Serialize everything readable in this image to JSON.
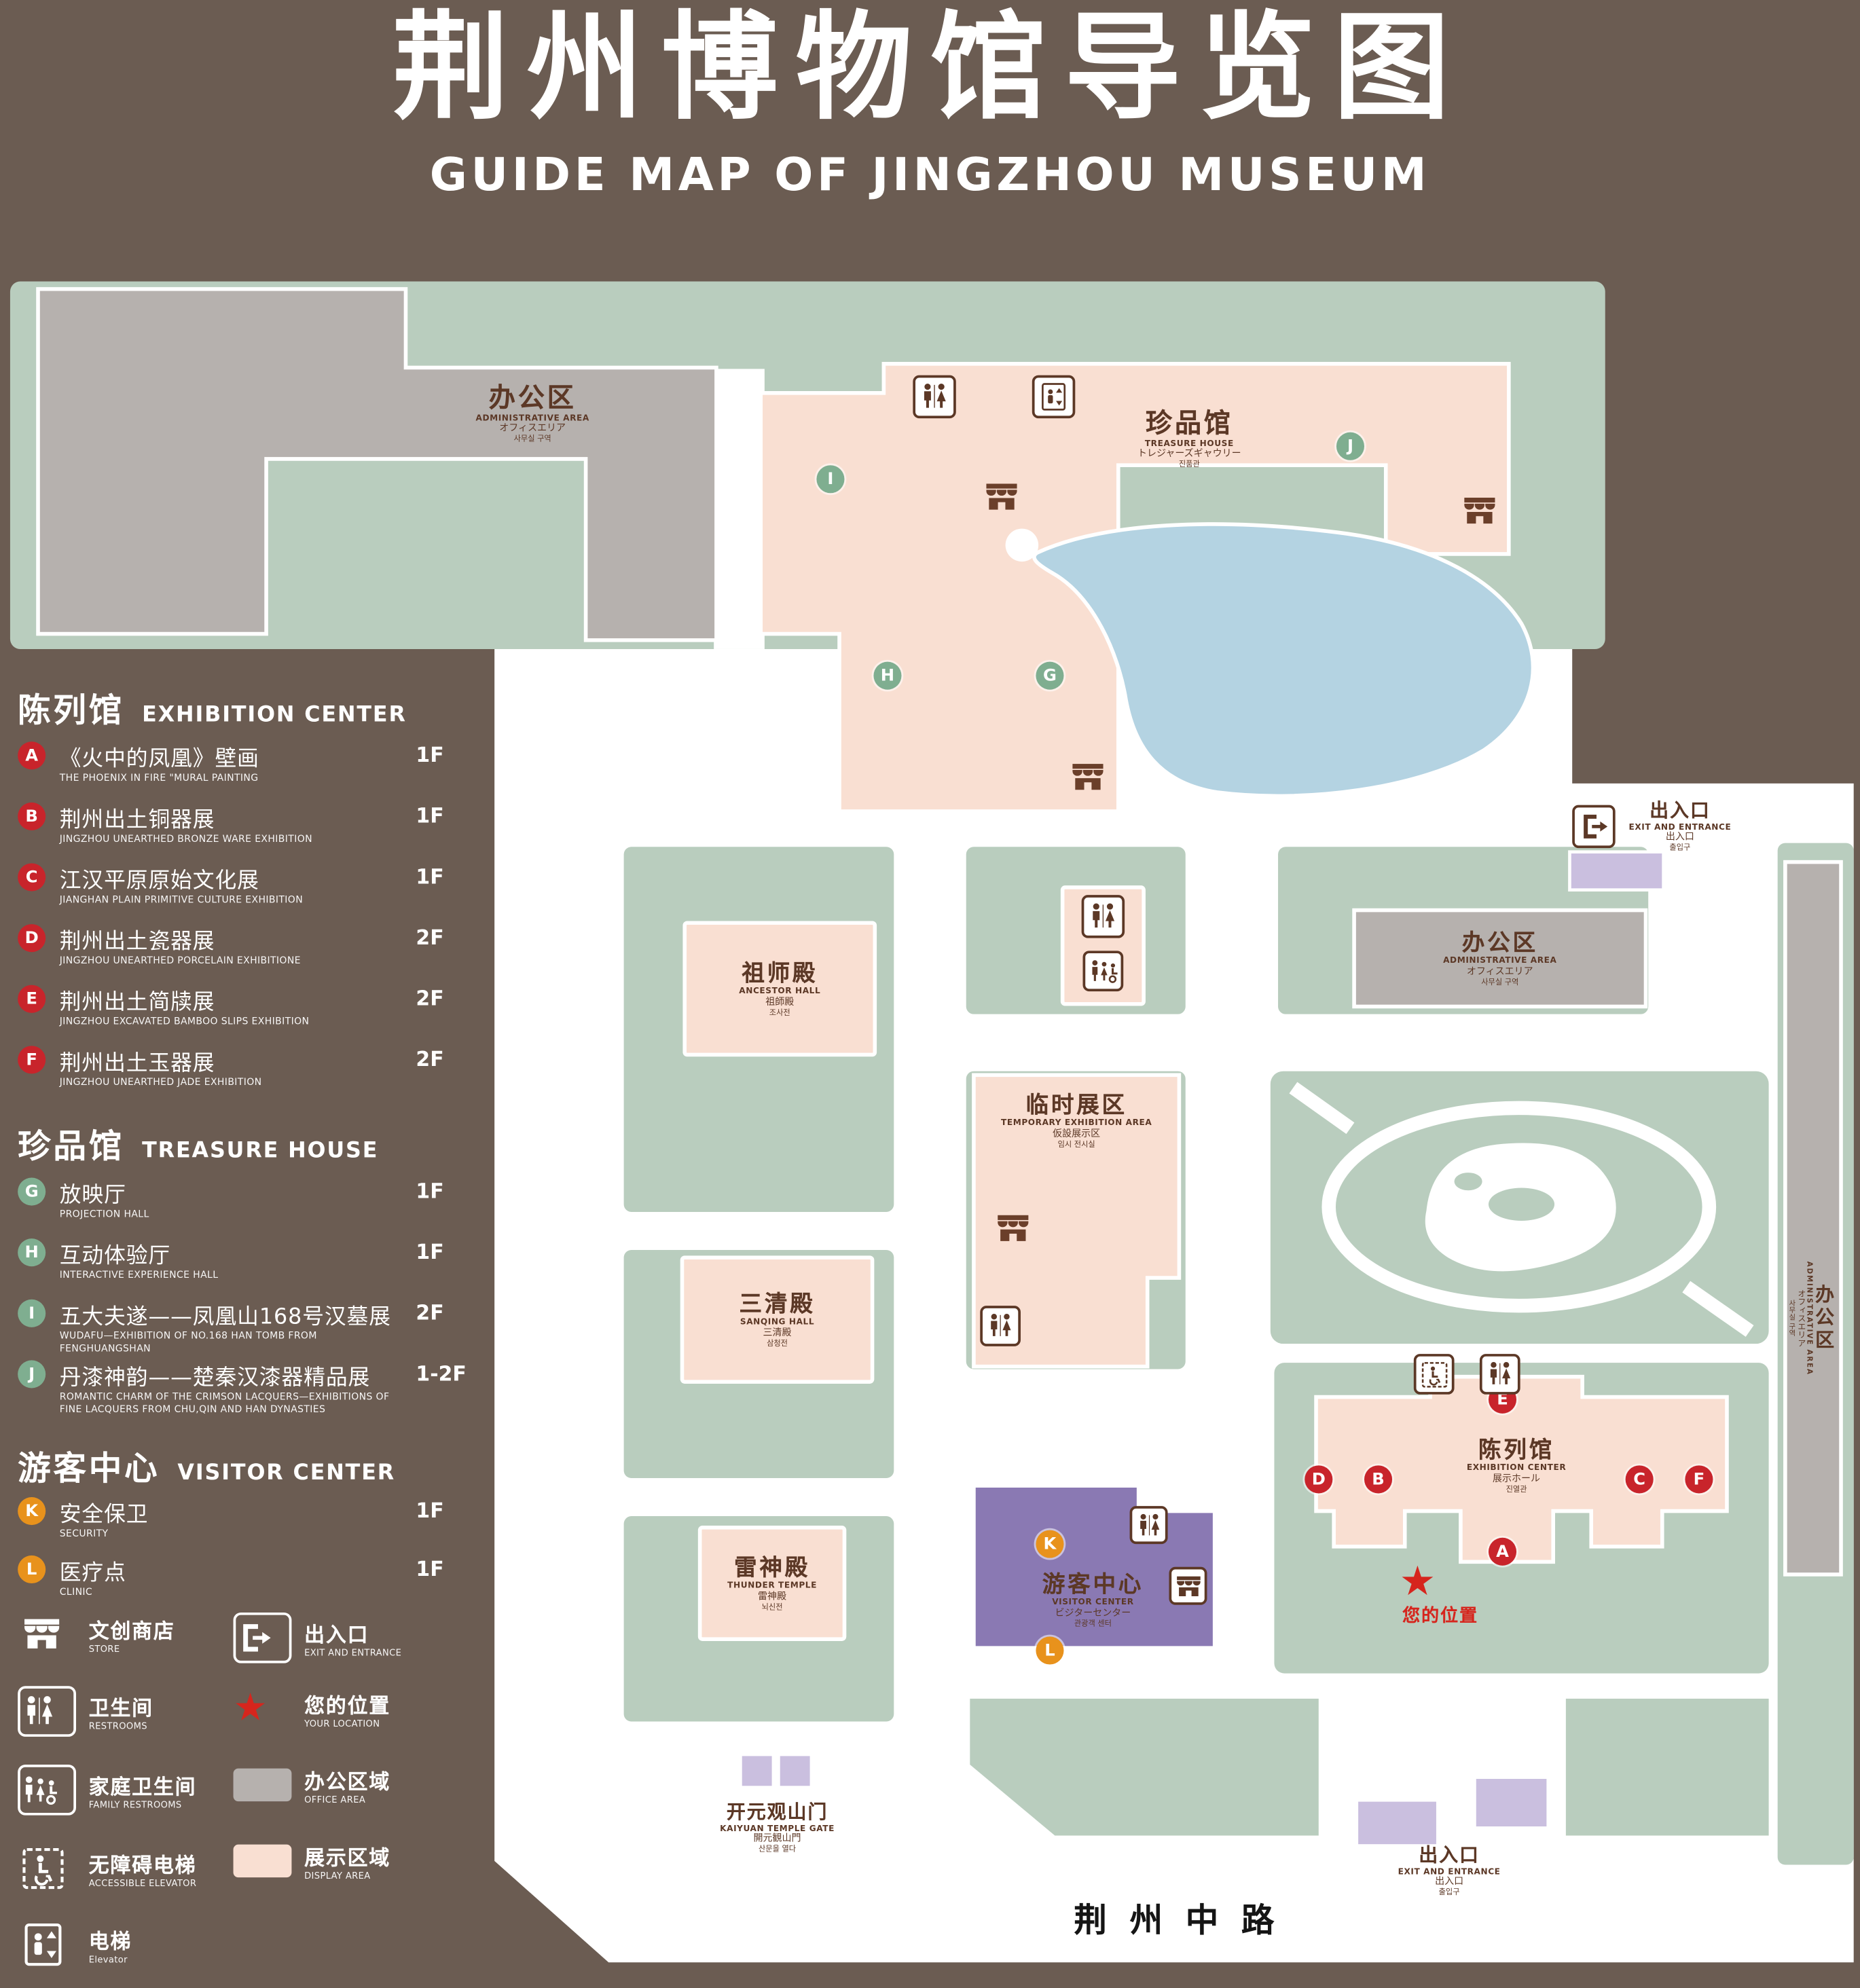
{
  "header": {
    "title_zh": "荆州博物馆导览图",
    "title_en": "GUIDE MAP OF JINGZHOU MUSEUM"
  },
  "legend": {
    "sections": [
      {
        "title_zh": "陈列馆",
        "title_en": "EXHIBITION CENTER",
        "items": [
          {
            "letter": "A",
            "zh": "《火中的凤凰》壁画",
            "en": "THE PHOENIX IN FIRE \"MURAL PAINTING",
            "floor": "1F"
          },
          {
            "letter": "B",
            "zh": "荆州出土铜器展",
            "en": "JINGZHOU UNEARTHED BRONZE WARE EXHIBITION",
            "floor": "1F"
          },
          {
            "letter": "C",
            "zh": "江汉平原原始文化展",
            "en": "JIANGHAN PLAIN PRIMITIVE CULTURE EXHIBITION",
            "floor": "1F"
          },
          {
            "letter": "D",
            "zh": "荆州出土瓷器展",
            "en": "JINGZHOU UNEARTHED PORCELAIN EXHIBITIONE",
            "floor": "2F"
          },
          {
            "letter": "E",
            "zh": "荆州出土简牍展",
            "en": "JINGZHOU EXCAVATED BAMBOO SLIPS EXHIBITION",
            "floor": "2F"
          },
          {
            "letter": "F",
            "zh": "荆州出土玉器展",
            "en": "JINGZHOU UNEARTHED JADE EXHIBITION",
            "floor": "2F"
          }
        ]
      },
      {
        "title_zh": "珍品馆",
        "title_en": "TREASURE HOUSE",
        "items": [
          {
            "letter": "G",
            "zh": "放映厅",
            "en": "PROJECTION HALL",
            "floor": "1F"
          },
          {
            "letter": "H",
            "zh": "互动体验厅",
            "en": "INTERACTIVE EXPERIENCE HALL",
            "floor": "1F"
          },
          {
            "letter": "I",
            "zh": "五大夫遂——凤凰山168号汉墓展",
            "en": "WUDAFU—EXHIBITION OF NO.168 HAN TOMB FROM FENGHUANGSHAN",
            "floor": "2F"
          },
          {
            "letter": "J",
            "zh": "丹漆神韵——楚秦汉漆器精品展",
            "en": "ROMANTIC CHARM OF THE CRIMSON LACQUERS—EXHIBITIONS OF FINE LACQUERS FROM CHU,QIN AND HAN DYNASTIES",
            "floor": "1-2F"
          }
        ]
      },
      {
        "title_zh": "游客中心",
        "title_en": "VISITOR CENTER",
        "items": [
          {
            "letter": "K",
            "zh": "安全保卫",
            "en": "SECURITY",
            "floor": "1F"
          },
          {
            "letter": "L",
            "zh": "医疗点",
            "en": "CLINIC",
            "floor": "1F"
          }
        ]
      }
    ]
  },
  "key": {
    "store": {
      "zh": "文创商店",
      "en": "STORE"
    },
    "restrooms": {
      "zh": "卫生间",
      "en": "RESTROOMS"
    },
    "family_restrooms": {
      "zh": "家庭卫生间",
      "en": "FAMILY RESTROOMS"
    },
    "accessible_elevator": {
      "zh": "无障碍电梯",
      "en": "ACCESSIBLE ELEVATOR"
    },
    "elevator": {
      "zh": "电梯",
      "en": "Elevator"
    },
    "exit": {
      "zh": "出入口",
      "en": "EXIT AND ENTRANCE"
    },
    "your_location": {
      "zh": "您的位置",
      "en": "YOUR LOCATION"
    },
    "office_area": {
      "zh": "办公区域",
      "en": "OFFICE AREA"
    },
    "display_area": {
      "zh": "展示区域",
      "en": "DISPLAY AREA"
    }
  },
  "map": {
    "labels": {
      "admin_top": {
        "zh": "办公区",
        "en": "ADMINISTRATIVE AREA",
        "ja": "オフィスエリア",
        "ko": "사무실 구역"
      },
      "treasure": {
        "zh": "珍品馆",
        "en": "TREASURE HOUSE",
        "ja": "トレジャーズギャウリー",
        "ko": "진품관"
      },
      "ancestor": {
        "zh": "祖师殿",
        "en": "ANCESTOR HALL",
        "ja": "祖師殿",
        "ko": "조사전"
      },
      "temporary": {
        "zh": "临时展区",
        "en": "TEMPORARY EXHIBITION AREA",
        "ja": "仮設展示区",
        "ko": "임시 전시실"
      },
      "sanqing": {
        "zh": "三清殿",
        "en": "SANQING HALL",
        "ja": "三清殿",
        "ko": "삼청전"
      },
      "thunder": {
        "zh": "雷神殿",
        "en": "THUNDER TEMPLE",
        "ja": "雷神殿",
        "ko": "뇌신전"
      },
      "visitor": {
        "zh": "游客中心",
        "en": "VISITOR CENTER",
        "ja": "ビジターセンター",
        "ko": "관광객 센터"
      },
      "exhibition": {
        "zh": "陈列馆",
        "en": "EXHIBITION CENTER",
        "ja": "展示ホール",
        "ko": "진열관"
      },
      "admin_mid": {
        "zh": "办公区",
        "en": "ADMINISTRATIVE AREA",
        "ja": "オフィスエリア",
        "ko": "사무실 구역"
      },
      "admin_right": {
        "zh": "办公区",
        "en": "ADMINISTRATIVE AREA",
        "ja": "オフィスエリア",
        "ko": "사무실 구역"
      },
      "gate": {
        "zh": "开元观山门",
        "en": "KAIYUAN TEMPLE GATE",
        "ja": "開元観山門",
        "ko": "산문을 열다"
      },
      "exit_top": {
        "zh": "出入口",
        "en": "EXIT AND ENTRANCE",
        "ja": "出入口",
        "ko": "출입구"
      },
      "exit_bottom": {
        "zh": "出入口",
        "en": "EXIT AND ENTRANCE",
        "ja": "出入口",
        "ko": "출입구"
      },
      "road": "荆州中路",
      "your_location": "您的位置"
    },
    "markers": [
      {
        "letter": "I"
      },
      {
        "letter": "J"
      },
      {
        "letter": "H"
      },
      {
        "letter": "G"
      },
      {
        "letter": "E"
      },
      {
        "letter": "D"
      },
      {
        "letter": "B"
      },
      {
        "letter": "A"
      },
      {
        "letter": "C"
      },
      {
        "letter": "F"
      },
      {
        "letter": "K"
      },
      {
        "letter": "L"
      }
    ]
  },
  "colors": {
    "background_brown": "#6b5c52",
    "lawn_green": "#b9cdbe",
    "display_peach": "#f9dfd2",
    "office_gray": "#b6b1ae",
    "lake_blue": "#b4d3e2",
    "visitor_purple": "#8a79b3",
    "entrance_lavender": "#cabfdf",
    "dark_brown_text": "#5c3826",
    "marker_red": "#c8242b",
    "marker_green": "#7fae90",
    "marker_orange": "#e8921c",
    "location_red": "#d6251d"
  }
}
